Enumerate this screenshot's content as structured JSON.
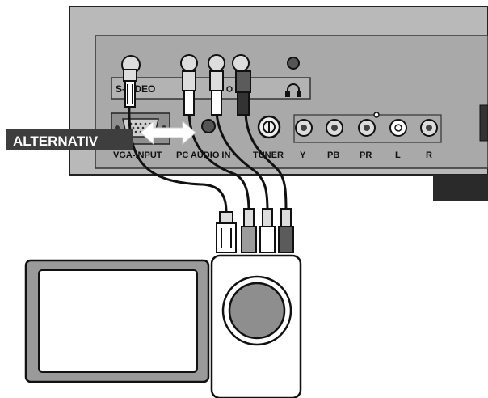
{
  "labels": {
    "alternativ": "ALTERNATIV",
    "svideo": "S-VIDEO",
    "vga_input": "VGA-INPUT",
    "pc_audio_in": "PC AUDIO IN",
    "tuner": "TUNER",
    "y": "Y",
    "pb": "PB",
    "pr": "PR",
    "l": "L",
    "r": "R"
  },
  "icons": {
    "headphone": "headphone-icon",
    "arrow": "double-arrow-icon"
  },
  "colors": {
    "panel": "#b9b9b9",
    "inset": "#a9a9a9",
    "plug_red": "#5b5b5b",
    "plug_white": "#ffffff",
    "plug_yellow": "#9c9c9c"
  }
}
